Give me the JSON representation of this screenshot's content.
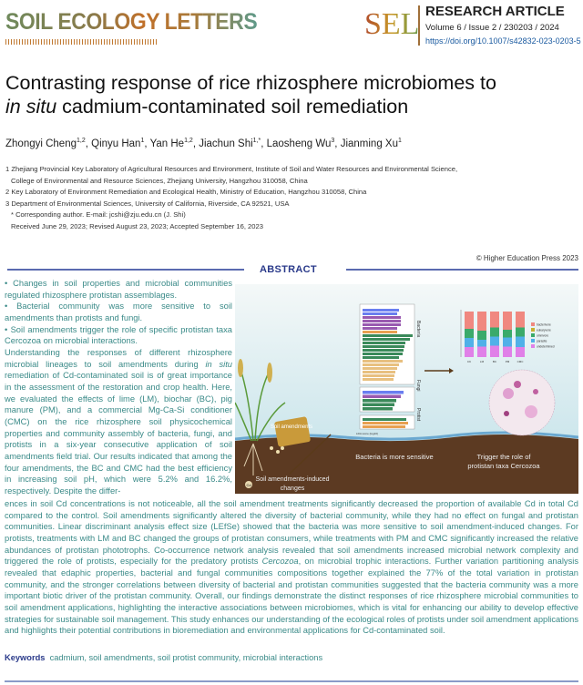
{
  "header": {
    "journal": "SOIL ECOLOGY LETTERS",
    "logo": "SEL",
    "article_type": "RESEARCH ARTICLE",
    "volume": "Volume 6 / Issue 2 / 230203 / 2024",
    "doi": "https://doi.org/10.1007/s42832-023-0203-5"
  },
  "title": {
    "line1": "Contrasting response of rice rhizosphere microbiomes to",
    "line2_italic": "in situ",
    "line2_rest": " cadmium-contaminated soil remediation"
  },
  "authors": [
    {
      "name": "Zhongyi Cheng",
      "sup": "1,2"
    },
    {
      "name": "Qinyu Han",
      "sup": "1"
    },
    {
      "name": "Yan He",
      "sup": "1,2"
    },
    {
      "name": "Jiachun Shi",
      "sup": "1,*"
    },
    {
      "name": "Laosheng Wu",
      "sup": "3"
    },
    {
      "name": "Jianming Xu",
      "sup": "1"
    }
  ],
  "affiliations": [
    "1 Zhejiang Provincial Key Laboratory of Agricultural Resources and Environment, Institute of Soil and Water Resources and Environmental Science,",
    "College of Environmental and Resource Sciences, Zhejiang University, Hangzhou 310058, China",
    "2 Key Laboratory of Environment Remediation and Ecological Health, Ministry of Education, Hangzhou 310058, China",
    "3 Department of Environmental Sciences, University of California, Riverside, CA 92521, USA",
    "* Corresponding author. E-mail: jcshi@zju.edu.cn (J. Shi)",
    "Received June 29, 2023; Revised August 23, 2023; Accepted September 16, 2023"
  ],
  "copyright": "© Higher Education Press 2023",
  "abstract_heading": "ABSTRACT",
  "highlights": [
    "• Changes in soil properties and microbial communities regulated rhizosphere protistan assemblages.",
    "• Bacterial community was more sensitive to soil amendments than protists and fungi.",
    "• Soil amendments trigger the role of specific protistan taxa Cercozoa on microbial interactions."
  ],
  "abstract": {
    "p1a": "Understanding the responses of different rhizosphere microbial lineages to soil amendments during ",
    "p1_italic": "in situ",
    "p1b": " remediation of Cd-contaminated soil is of great importance in the assessment of the restoration and crop health. Here, we evaluated the effects of lime (LM), biochar (BC), pig manure (PM), and a commercial Mg-Ca-Si conditioner (CMC) on the rice rhizosphere soil physicochemical properties and community assembly of bacteria, fungi, and protists in a six-year consecutive application of soil amendments field trial. Our results indicated that among the four amendments, the BC and CMC had the best efficiency in increasing soil pH, which were 5.2% and 16.2%, respectively. Despite the differ-",
    "p2a": "ences in soil Cd concentrations is not noticeable, all the soil amendment treatments significantly decreased the proportion of available Cd in total Cd compared to the control. Soil amendments significantly altered the diversity of bacterial community, while they had no effect on fungal and protistan communities. Linear discriminant analysis effect size (LEfSe) showed that the bacteria was more sensitive to soil amendment-induced changes. For protists, treatments with LM and BC changed the groups of protistan consumers, while treatments with PM and CMC significantly increased the relative abundances of protistan phototrophs. Co-occurrence network analysis revealed that soil amendments increased microbial network complexity and triggered the role of protists, especially for the predatory protists ",
    "p2_italic": "Cercozoa",
    "p2b": ", on microbial trophic interactions. Further variation partitioning analysis revealed that edaphic properties, bacterial and fungal communities compositions together explained the 77% of the total variation in protistan community, and the stronger correlations between diversity of bacterial and protistan communities suggested that the bacteria community was a more important biotic driver of the protistan community. Overall, our findings demonstrate the distinct responses of rice rhizosphere microbial communities to soil amendment applications, highlighting the interactive associations between microbiomes, which is vital for enhancing our ability to develop effective strategies for sustainable soil management. This study enhances our understanding of the ecological roles of protists under soil amendment applications and highlights their potential contributions in bioremediation and environmental applications for Cd-contaminated soil."
  },
  "keywords": {
    "label": "Keywords",
    "text": "cadmium, soil amendments, soil protist community, microbial interactions"
  },
  "figure": {
    "soil_amendments": "Soil amendments",
    "induced_changes_1": "Soil amendments-induced",
    "induced_changes_2": "changes",
    "bacteria_sensitive": "Bacteria is more sensitive",
    "trigger_1": "Trigger the role of",
    "trigger_2": "protistan taxa Cercozoa",
    "cd": "Cd",
    "panel_labels": [
      "Bacteria",
      "Fungi",
      "Protist"
    ],
    "x_axis": "LDA score (log10)",
    "groups": [
      "CK",
      "LM",
      "BC",
      "PM",
      "CMC"
    ],
    "legend": [
      "bacterivore",
      "eukaryvore",
      "omnivore",
      "parasite",
      "undetermined"
    ]
  }
}
